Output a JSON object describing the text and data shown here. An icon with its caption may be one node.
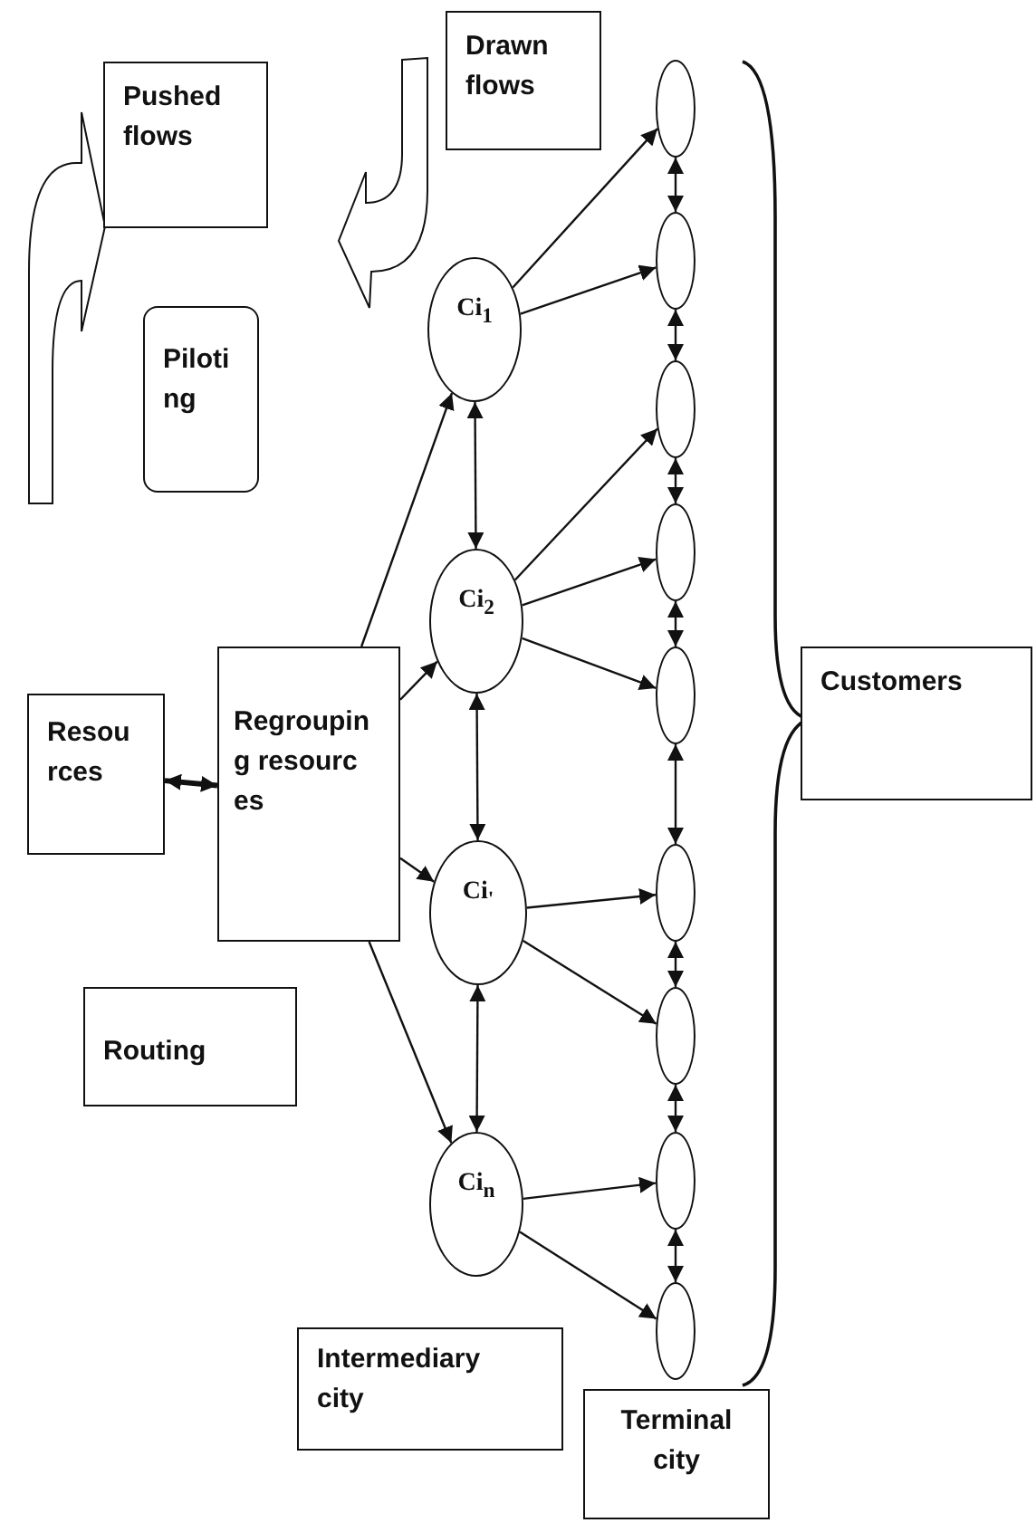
{
  "diagram": {
    "nodes": [
      {
        "text": [
          "Pushed flows"
        ]
      },
      {
        "text": [
          "Drawn flows"
        ]
      },
      {
        "text": [
          "Piloting"
        ]
      },
      {
        "text": [
          "Ci$_{1}$"
        ]
      },
      {
        "text": [
          "Ci$_{2}$"
        ]
      },
      {
        "text": [
          "Resources"
        ]
      },
      {
        "text": [
          "Regrouping resources"
        ]
      },
      {
        "text": [
          "Customers"
        ]
      },
      {
        "text": [
          "Ci$_{'}$"
        ]
      },
      {
        "text": [
          "Routing"
        ]
      },
      {
        "text": [
          "Ci$_{n}$"
        ]
      },
      {
        "text": [
          "Intermediary city"
        ]
      },
      {
        "text": [
          "Terminal city"
        ]
      },
      {
        "text": [],
        "shape": "ellipse"
      },
      {
        "text": [],
        "shape": "ellipse"
      },
      {
        "text": [],
        "shape": "ellipse"
      },
      {
        "text": [],
        "shape": "ellipse"
      },
      {
        "text": [],
        "shape": "ellipse"
      },
      {
        "text": [],
        "shape": "ellipse"
      },
      {
        "text": [],
        "shape": "ellipse"
      },
      {
        "text": [],
        "shape": "ellipse"
      },
      {
        "text": [],
        "shape": "ellipse"
      }
    ],
    "edges": [
      {
        "from": 6,
        "to": 3,
        "arrow": "to"
      },
      {
        "from": 6,
        "to": 4,
        "arrow": "to"
      },
      {
        "from": 6,
        "to": 8,
        "arrow": "to"
      },
      {
        "from": 6,
        "to": 10,
        "arrow": "to"
      },
      {
        "from": 5,
        "to": 6,
        "arrow": "both",
        "style": "thick"
      },
      {
        "from": 3,
        "to": 4,
        "arrow": "both"
      },
      {
        "from": 4,
        "to": 8,
        "arrow": "both"
      },
      {
        "from": 8,
        "to": 10,
        "arrow": "both"
      },
      {
        "from": 3,
        "to": 13,
        "arrow": "to"
      },
      {
        "from": 3,
        "to": 14,
        "arrow": "to"
      },
      {
        "from": 4,
        "to": 15,
        "arrow": "to"
      },
      {
        "from": 4,
        "to": 16,
        "arrow": "to"
      },
      {
        "from": 4,
        "to": 17,
        "arrow": "to"
      },
      {
        "from": 8,
        "to": 18,
        "arrow": "to"
      },
      {
        "from": 8,
        "to": 19,
        "arrow": "to"
      },
      {
        "from": 10,
        "to": 20,
        "arrow": "to"
      },
      {
        "from": 10,
        "to": 21,
        "arrow": "to"
      },
      {
        "from": 13,
        "to": 14,
        "arrow": "both"
      },
      {
        "from": 14,
        "to": 15,
        "arrow": "both"
      },
      {
        "from": 15,
        "to": 16,
        "arrow": "both"
      },
      {
        "from": 16,
        "to": 17,
        "arrow": "both"
      },
      {
        "from": 17,
        "to": 18,
        "arrow": "both"
      },
      {
        "from": 18,
        "to": 19,
        "arrow": "both"
      },
      {
        "from": 19,
        "to": 20,
        "arrow": "both"
      },
      {
        "from": 20,
        "to": 21,
        "arrow": "both"
      }
    ]
  }
}
